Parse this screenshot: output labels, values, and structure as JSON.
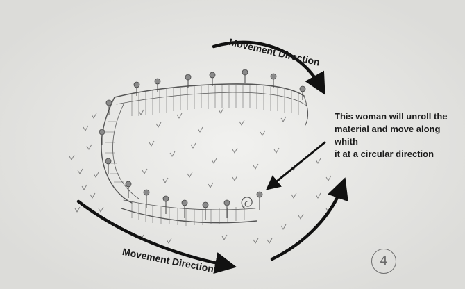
{
  "labels": {
    "movement_top": "Movement Direction",
    "movement_bottom": "Movement Direction",
    "note_lines": [
      "This woman will unroll the",
      "material and move along whith",
      "it at a circular direction"
    ],
    "page_number": "4"
  },
  "colors": {
    "paper": "#e9e9e7",
    "ink": "#111111",
    "pencil": "#555555"
  }
}
